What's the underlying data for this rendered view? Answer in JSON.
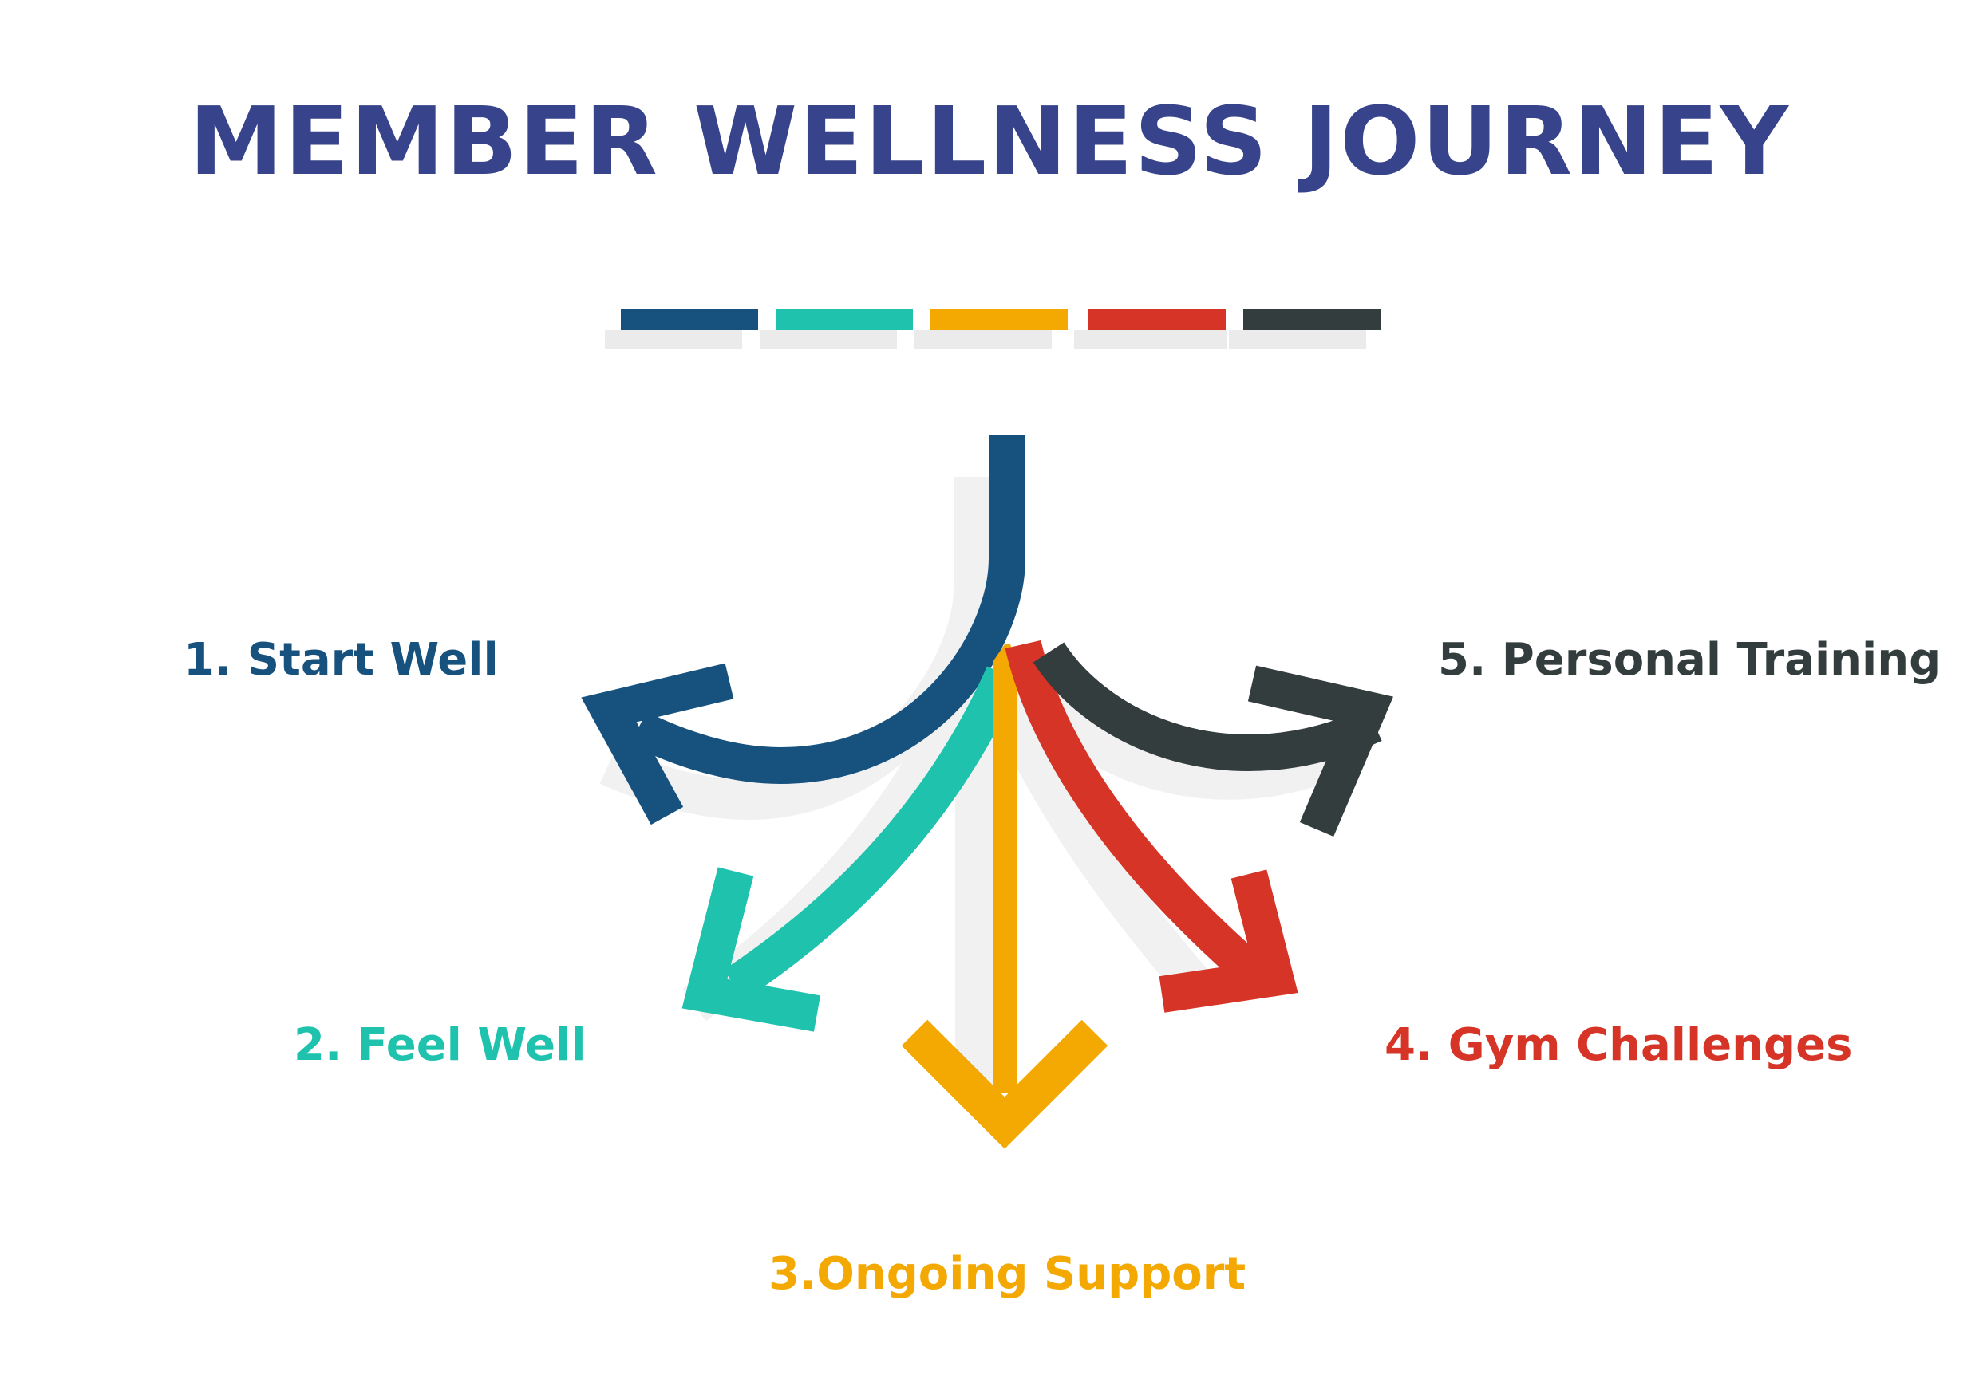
{
  "title": "MEMBER WELLNESS JOURNEY",
  "colors": {
    "title": "#37438a",
    "blue": "#17527f",
    "teal": "#1fc3ad",
    "yellow": "#f4a902",
    "red": "#d53427",
    "dark": "#343d3d",
    "shadow": "#ebebeb"
  },
  "steps": [
    {
      "label": "1. Start Well",
      "color": "#17527f"
    },
    {
      "label": "2. Feel Well",
      "color": "#1fc3ad"
    },
    {
      "label": "3.Ongoing Support",
      "color": "#f4a902"
    },
    {
      "label": "4. Gym Challenges",
      "color": "#d53427"
    },
    {
      "label": "5. Personal Training",
      "color": "#343d3d"
    }
  ],
  "legend_bars": [
    "#17527f",
    "#1fc3ad",
    "#f4a902",
    "#d53427",
    "#343d3d"
  ]
}
